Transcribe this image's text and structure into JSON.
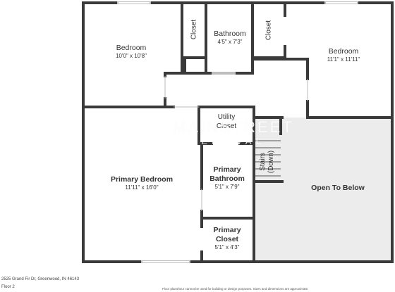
{
  "rooms": {
    "bedroom_left": {
      "name": "Bedroom",
      "dims": "10'0\" x 10'8\""
    },
    "closet_a": {
      "name": "Closet"
    },
    "bathroom": {
      "name": "Bathroom",
      "dims": "4'5\" x 7'3\""
    },
    "closet_b": {
      "name": "Closet"
    },
    "bedroom_right": {
      "name": "Bedroom",
      "dims": "11'1\" x 11'11\""
    },
    "utility": {
      "name": "Utility Closet"
    },
    "stairs": {
      "name": "Stairs (Down)"
    },
    "primary_bedroom": {
      "name": "Primary Bedroom",
      "dims": "11'11\" x 16'0\""
    },
    "primary_bathroom": {
      "name": "Primary Bathroom",
      "dims": "5'1\" x 7'9\""
    },
    "open_to_below": {
      "name": "Open To Below"
    },
    "primary_closet": {
      "name": "Primary Closet",
      "dims": "5'1\" x 4'3\""
    }
  },
  "footer": {
    "address": "2525 Grand Fir Dr, Greenwood, IN 46143",
    "floor": "Floor 2",
    "disclaimer": "Floor plans/tour cannot be used for building or design purposes. Sizes and dimensions are approximate."
  },
  "watermark": {
    "line1": "MAINSTREET",
    "line2": "RENEWAL"
  },
  "colors": {
    "wall": "#3a3a3a",
    "floor": "#ffffff",
    "open_area": "#ececec",
    "window": "#bdbdbd"
  }
}
